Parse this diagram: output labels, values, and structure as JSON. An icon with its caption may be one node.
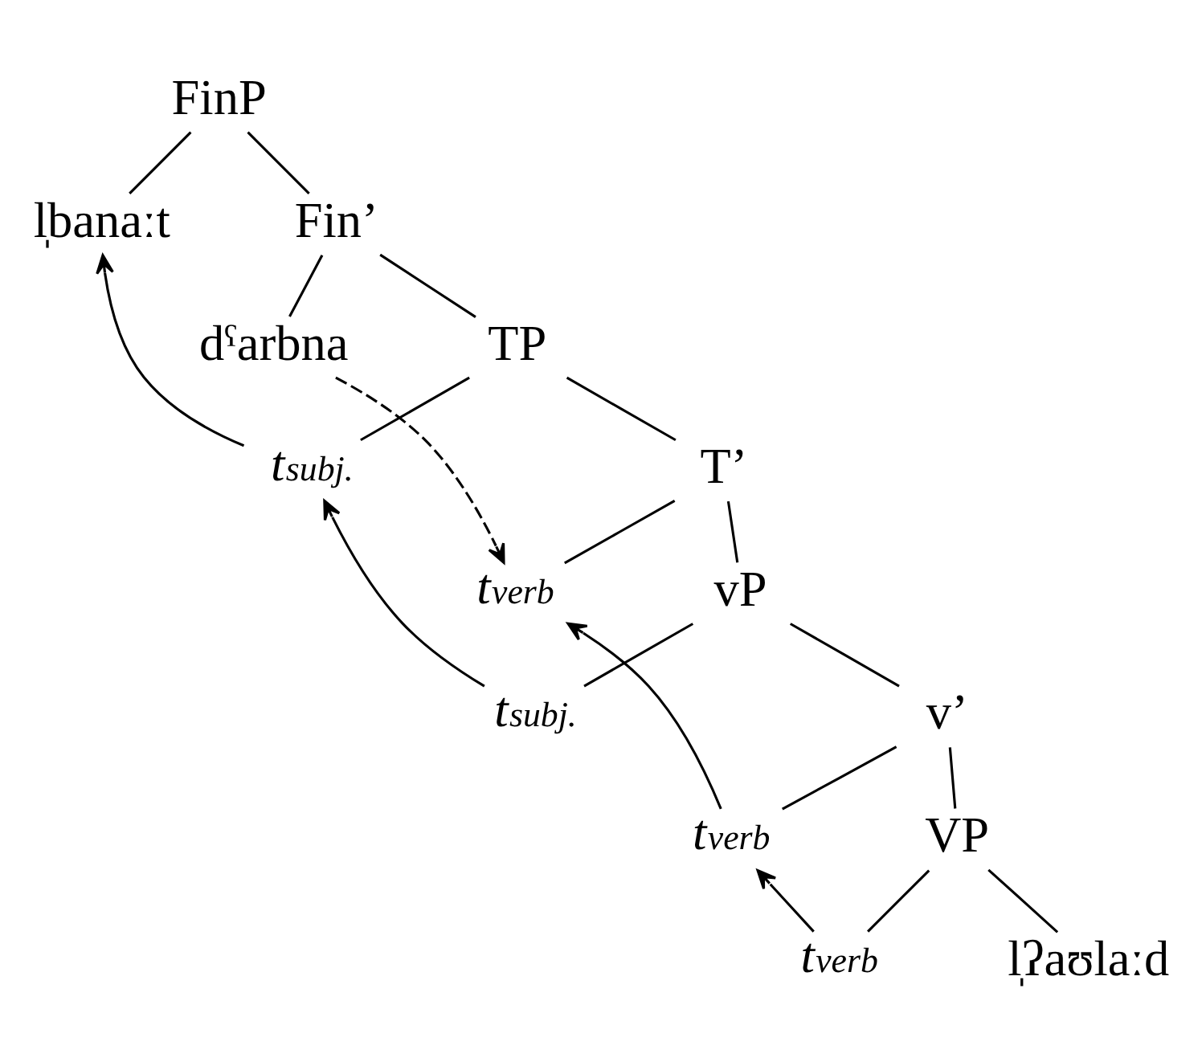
{
  "diagram": {
    "nodes": [
      {
        "text": [
          "FinP"
        ]
      },
      {
        "text": [
          "l̩banaːt"
        ]
      },
      {
        "text": [
          "Fin’"
        ]
      },
      {
        "text": [
          "dˤarbna"
        ]
      },
      {
        "text": [
          "TP"
        ]
      },
      {
        "text": [
          "t$_{subj.}$"
        ]
      },
      {
        "text": [
          "T’"
        ]
      },
      {
        "text": [
          "t$_{verb}$"
        ]
      },
      {
        "text": [
          "vP"
        ]
      },
      {
        "text": [
          "t$_{subj.}$"
        ]
      },
      {
        "text": [
          "v’"
        ]
      },
      {
        "text": [
          "t$_{verb}$"
        ]
      },
      {
        "text": [
          "VP"
        ]
      },
      {
        "text": [
          "t$_{verb}$"
        ]
      },
      {
        "text": [
          "l̩ʔaʊlaːd"
        ]
      }
    ],
    "edges": [
      {
        "from": 0,
        "to": 1,
        "arrow": "none"
      },
      {
        "from": 0,
        "to": 2,
        "arrow": "none"
      },
      {
        "from": 2,
        "to": 3,
        "arrow": "none"
      },
      {
        "from": 2,
        "to": 4,
        "arrow": "none"
      },
      {
        "from": 4,
        "to": 5,
        "arrow": "none"
      },
      {
        "from": 4,
        "to": 6,
        "arrow": "none"
      },
      {
        "from": 6,
        "to": 7,
        "arrow": "none"
      },
      {
        "from": 6,
        "to": 8,
        "arrow": "none"
      },
      {
        "from": 8,
        "to": 9,
        "arrow": "none"
      },
      {
        "from": 8,
        "to": 10,
        "arrow": "none"
      },
      {
        "from": 10,
        "to": 11,
        "arrow": "none"
      },
      {
        "from": 10,
        "to": 12,
        "arrow": "none"
      },
      {
        "from": 12,
        "to": 13,
        "arrow": "none"
      },
      {
        "from": 12,
        "to": 14,
        "arrow": "none"
      },
      {
        "from": 5,
        "to": 1,
        "arrow": "to"
      },
      {
        "from": 9,
        "to": 5,
        "arrow": "to"
      },
      {
        "from": 3,
        "to": 7,
        "arrow": "to",
        "style": "dashed"
      },
      {
        "from": 11,
        "to": 7,
        "arrow": "to"
      },
      {
        "from": 13,
        "to": 11,
        "arrow": "to"
      }
    ]
  }
}
